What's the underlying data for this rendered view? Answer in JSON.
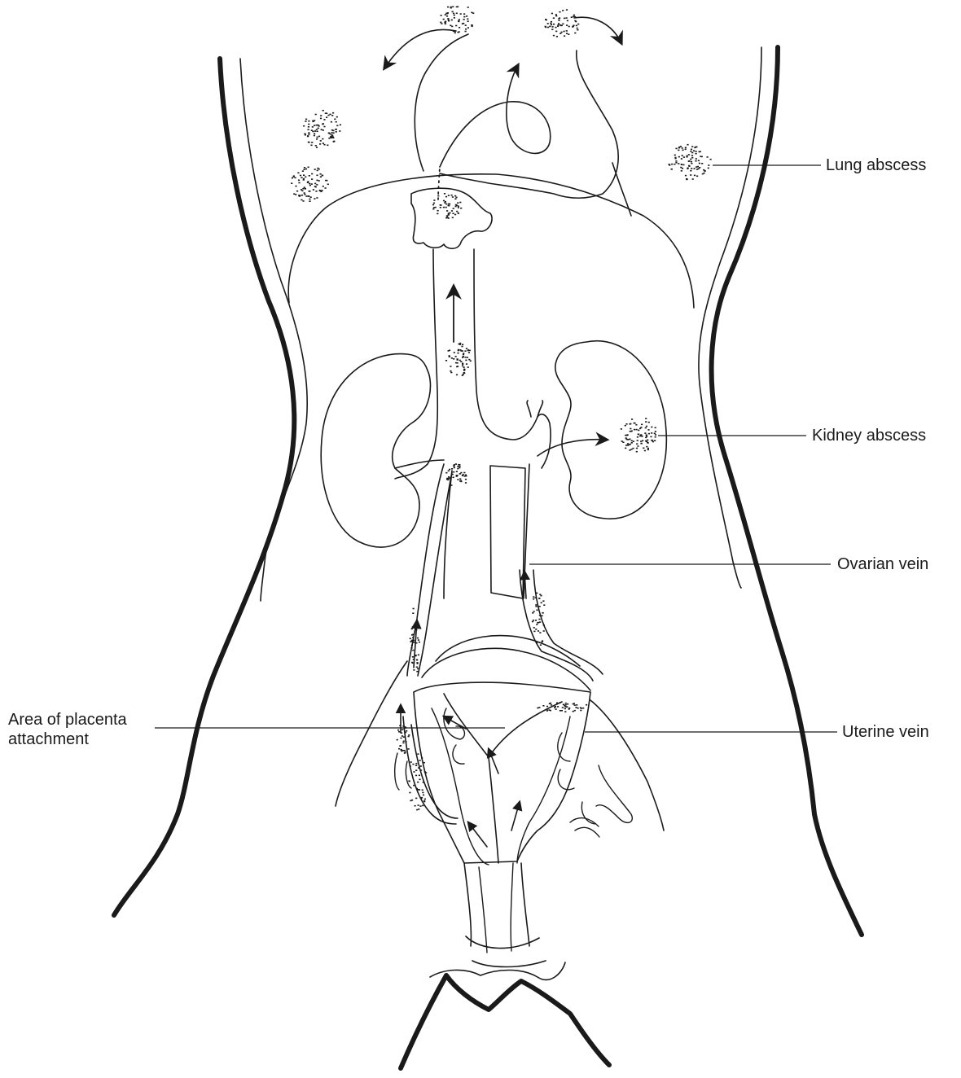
{
  "labels": {
    "lung_abscess": "Lung abscess",
    "kidney_abscess": "Kidney abscess",
    "ovarian_vein": "Ovarian vein",
    "uterine_vein": "Uterine vein",
    "placenta_line1": "Area of placenta",
    "placenta_line2": "attachment"
  },
  "colors": {
    "ink": "#1a1a1a",
    "background": "#ffffff"
  }
}
